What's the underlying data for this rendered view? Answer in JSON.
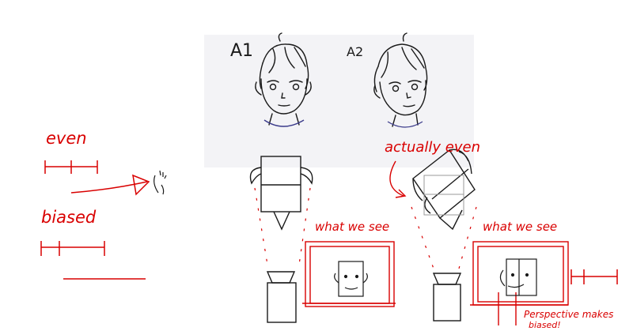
{
  "panel": {
    "label_a1": "A1",
    "label_a2": "A2"
  },
  "annotations": {
    "even": "even",
    "biased": "biased",
    "actually_even": "actually even",
    "what_we_see_left": "what we see",
    "what_we_see_right": "what we see",
    "perspective_note_line1": "Perspective makes",
    "perspective_note_line2": "biased!"
  },
  "colors": {
    "ink": "#1a1a1a",
    "annotation": "#d90000",
    "panel_bg": "#f3f3f6",
    "face_outline": "#3a3a8a"
  }
}
